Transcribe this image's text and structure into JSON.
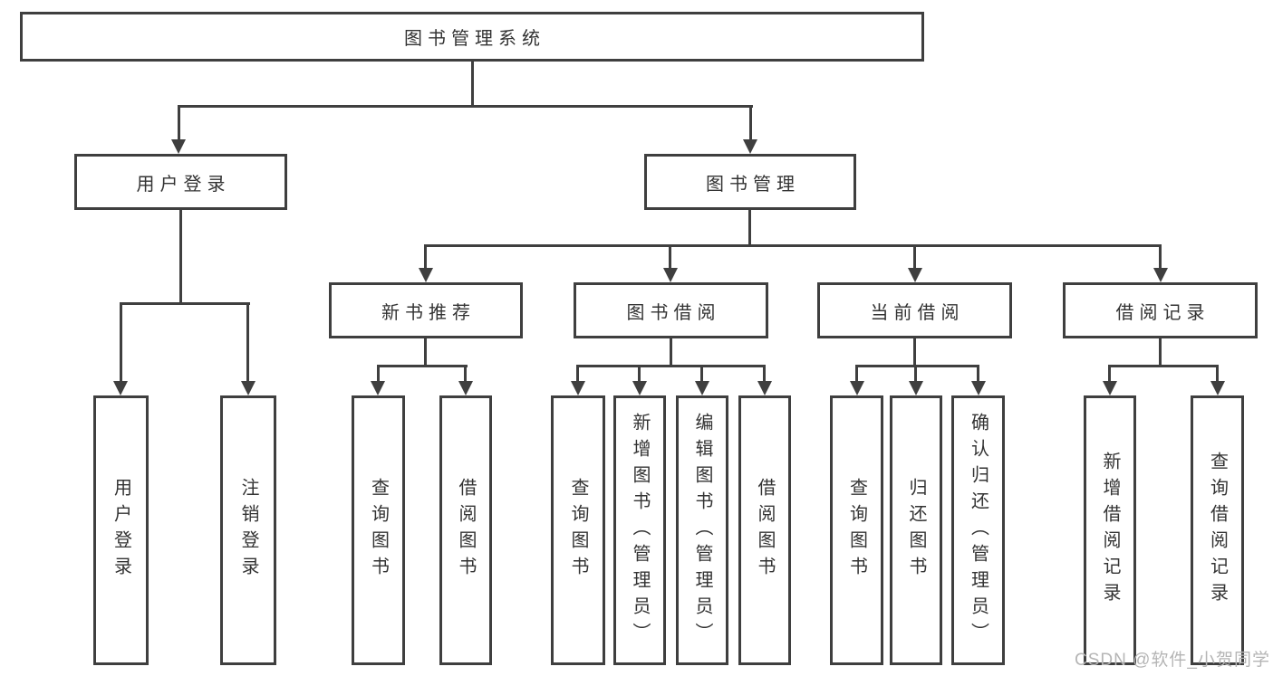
{
  "tree": {
    "root": {
      "label": "图书管理系统",
      "children": [
        {
          "label": "用户登录",
          "children": [
            {
              "label": "用户登录"
            },
            {
              "label": "注销登录"
            }
          ]
        },
        {
          "label": "图书管理",
          "children": [
            {
              "label": "新书推荐",
              "children": [
                {
                  "label": "查询图书"
                },
                {
                  "label": "借阅图书"
                }
              ]
            },
            {
              "label": "图书借阅",
              "children": [
                {
                  "label": "查询图书"
                },
                {
                  "label": "新增图书（管理员）"
                },
                {
                  "label": "编辑图书（管理员）"
                },
                {
                  "label": "借阅图书"
                }
              ]
            },
            {
              "label": "当前借阅",
              "children": [
                {
                  "label": "查询图书"
                },
                {
                  "label": "归还图书"
                },
                {
                  "label": "确认归还（管理员）"
                }
              ]
            },
            {
              "label": "借阅记录",
              "children": [
                {
                  "label": "新增借阅记录"
                },
                {
                  "label": "查询借阅记录"
                }
              ]
            }
          ]
        }
      ]
    }
  },
  "watermark": {
    "text": "CSDN @软件_小贺同学"
  },
  "colors": {
    "line": "#3f3f3f",
    "text": "#333333",
    "watermark": "#b5b5b5",
    "background": "#ffffff"
  }
}
